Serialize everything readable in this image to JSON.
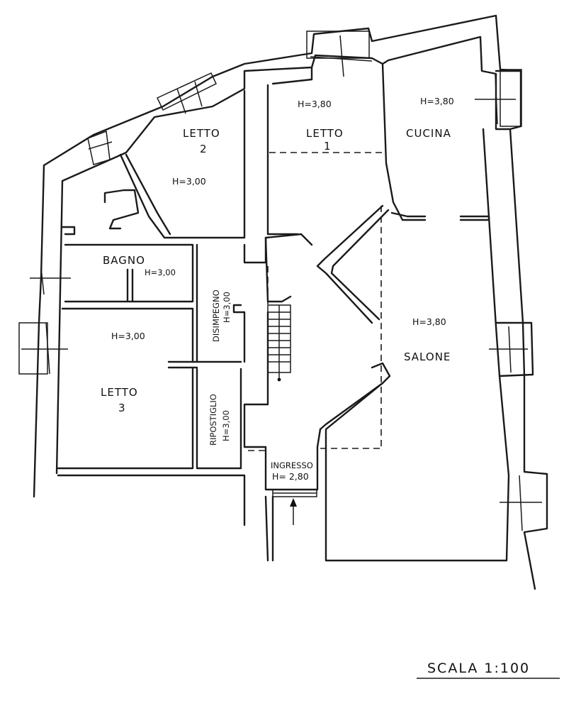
{
  "rooms": {
    "letto2": {
      "name": "LETTO",
      "number": "2",
      "height": "H=3,00"
    },
    "letto1": {
      "name": "LETTO",
      "number": "1",
      "height": "H=3,80"
    },
    "cucina": {
      "name": "CUCINA",
      "height": "H=3,80"
    },
    "bagno": {
      "name": "BAGNO",
      "height": "H=3,00"
    },
    "disimpegno": {
      "name": "DISIMPEGNO",
      "height": "H=3,00"
    },
    "letto3": {
      "name": "LETTO",
      "number": "3",
      "height": "H=3,00"
    },
    "salone": {
      "name": "SALONE",
      "height": "H=3,80"
    },
    "ripostiglio": {
      "name": "RIPOSTIGLIO",
      "height": "H=3,00"
    },
    "ingresso": {
      "name": "INGRESSO",
      "height": "H= 2,80"
    }
  },
  "scale": {
    "label": "SCALA 1:100"
  }
}
